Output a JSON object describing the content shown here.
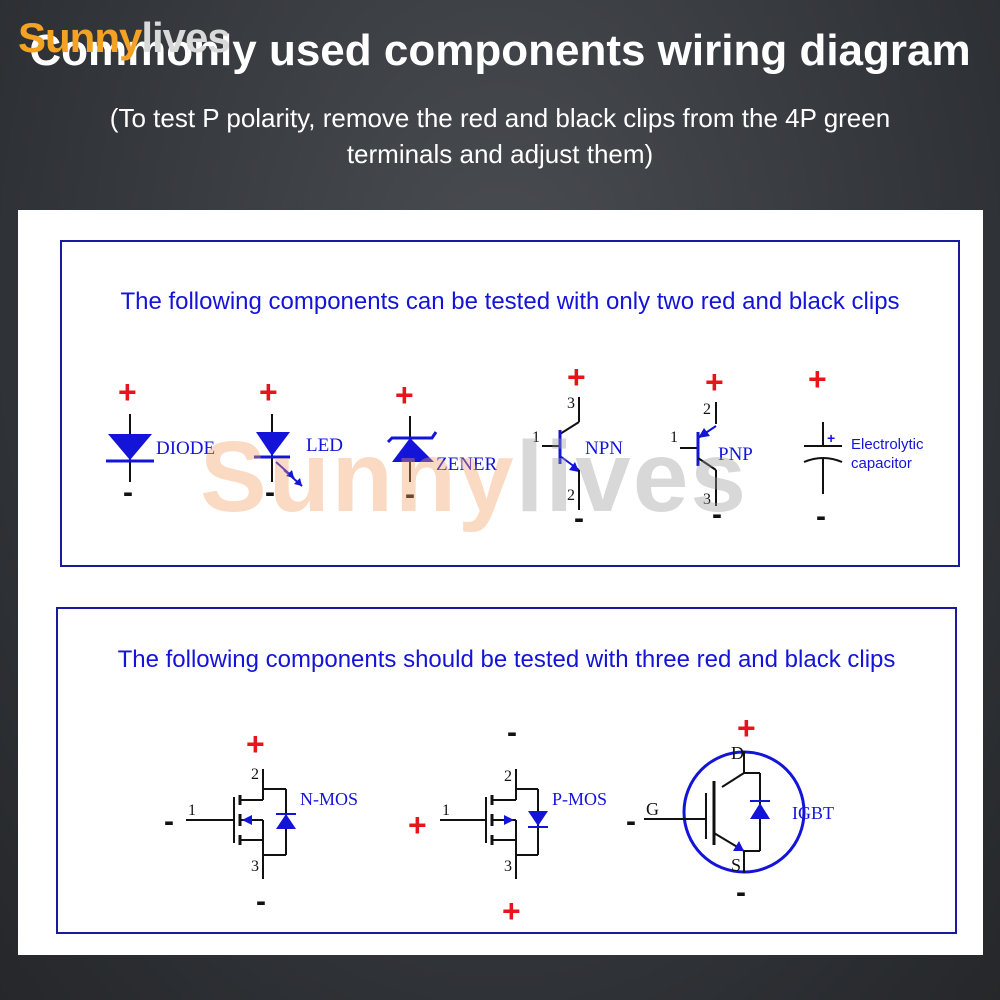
{
  "header": {
    "logo_part1": "Sunny",
    "logo_part2": "lives",
    "title": "Commonly used components wiring diagram",
    "subtitle": "(To test P polarity, remove the red and black clips from the 4P green terminals and adjust them)"
  },
  "watermark": {
    "part1": "Sunny",
    "part2": "lives"
  },
  "section_two_clip": {
    "heading": "The following components can be tested with only two red and black clips",
    "components": [
      {
        "name": "DIODE",
        "plus": "+",
        "minus": "-"
      },
      {
        "name": "LED",
        "plus": "+",
        "minus": "-"
      },
      {
        "name": "ZENER",
        "plus": "+",
        "minus": "-"
      },
      {
        "name": "NPN",
        "plus": "+",
        "minus": "-",
        "pins": [
          "1",
          "3",
          "2"
        ]
      },
      {
        "name": "PNP",
        "plus": "+",
        "minus": "-",
        "pins": [
          "1",
          "2",
          "3"
        ]
      },
      {
        "name": "Electrolytic capacitor",
        "line1": "Electrolytic",
        "line2": "capacitor",
        "plus": "+",
        "minus": "-",
        "cap_plus": "+"
      }
    ]
  },
  "section_three_clip": {
    "heading": "The following components should be tested with three red and black clips",
    "components": [
      {
        "name": "N-MOS",
        "pins": [
          "1",
          "2",
          "3"
        ],
        "gate": "-",
        "drain": "+",
        "source": "-"
      },
      {
        "name": "P-MOS",
        "pins": [
          "1",
          "2",
          "3"
        ],
        "gate": "+",
        "drain": "-",
        "source": "+"
      },
      {
        "name": "IGBT",
        "pins": [
          "G",
          "D",
          "S"
        ],
        "gate": "-",
        "drain": "+",
        "source": "-"
      }
    ]
  },
  "colors": {
    "plus": "#e8141b",
    "minus": "#000000",
    "symbol": "#1414d8",
    "logo_orange": "#f3a223"
  }
}
